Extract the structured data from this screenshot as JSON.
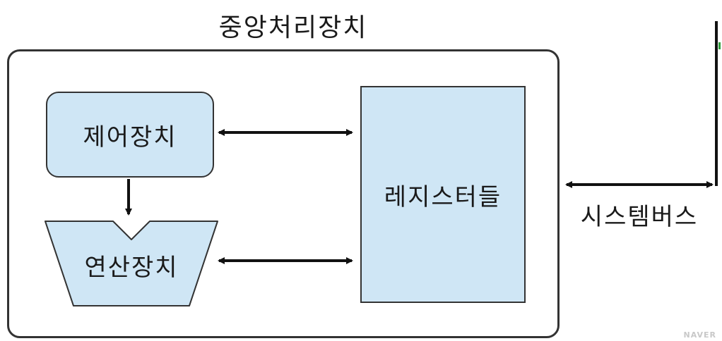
{
  "diagram": {
    "title": "중앙처리장치",
    "nodes": {
      "control_unit": "제어장치",
      "alu": "연산장치",
      "registers": "레지스터들",
      "system_bus": "시스템버스"
    },
    "watermark": "NAVER",
    "colors": {
      "node_fill": "#cfe6f5",
      "border": "#333333",
      "bus_marker": "#2e9c3a"
    }
  }
}
